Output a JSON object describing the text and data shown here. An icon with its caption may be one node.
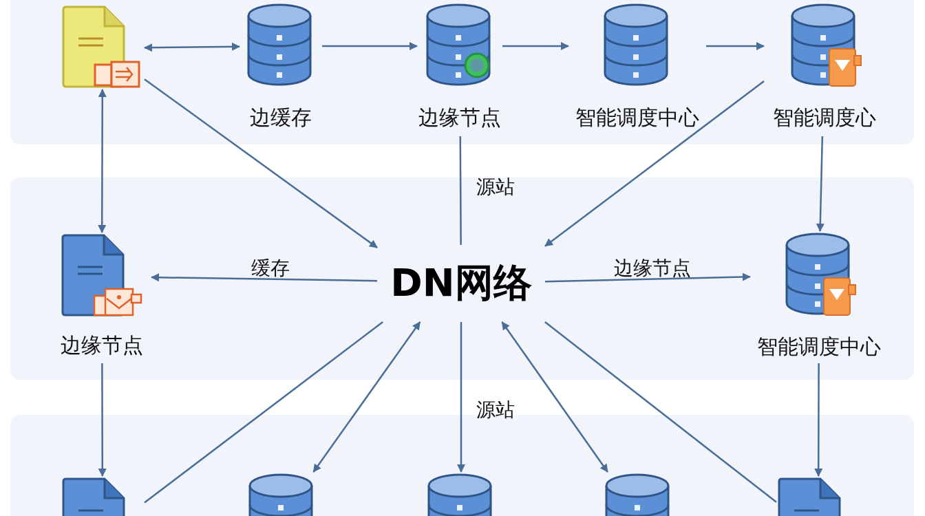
{
  "diagram": {
    "nodes": [
      {
        "text": [],
        "shape": "picture"
      },
      {
        "text": [
          "边缓存"
        ]
      },
      {
        "text": [
          "边缘节点"
        ]
      },
      {
        "text": [
          "智能调度中心"
        ]
      },
      {
        "text": [
          "智能调度心"
        ]
      },
      {
        "text": [
          "边缘节点"
        ]
      },
      {
        "text": [
          "DN网络"
        ]
      },
      {
        "text": [
          "智能调度中心"
        ]
      },
      {
        "text": [],
        "shape": "picture"
      },
      {
        "text": [],
        "shape": "cylinder"
      },
      {
        "text": [],
        "shape": "cylinder"
      },
      {
        "text": [],
        "shape": "cylinder"
      },
      {
        "text": [],
        "shape": "picture"
      }
    ],
    "edges": [
      {
        "from": 0,
        "to": 1,
        "arrow": "both"
      },
      {
        "from": 1,
        "to": 2,
        "arrow": "to"
      },
      {
        "from": 2,
        "to": 3,
        "arrow": "to"
      },
      {
        "from": 3,
        "to": 4,
        "arrow": "to"
      },
      {
        "from": 0,
        "to": 5,
        "arrow": "both"
      },
      {
        "from": 0,
        "to": 6,
        "arrow": "to"
      },
      {
        "from": 2,
        "to": 6,
        "arrow": "none",
        "label": "源站"
      },
      {
        "from": 4,
        "to": 6,
        "arrow": "to"
      },
      {
        "from": 4,
        "to": 7,
        "arrow": "to"
      },
      {
        "from": 6,
        "to": 5,
        "arrow": "to",
        "label": "缓存"
      },
      {
        "from": 6,
        "to": 7,
        "arrow": "to",
        "label": "边缘节点"
      },
      {
        "from": 5,
        "to": 8,
        "arrow": "to"
      },
      {
        "from": 8,
        "to": 6,
        "arrow": "none"
      },
      {
        "from": 6,
        "to": 9,
        "arrow": "both"
      },
      {
        "from": 6,
        "to": 10,
        "arrow": "to",
        "label": "源站"
      },
      {
        "from": 6,
        "to": 11,
        "arrow": "both"
      },
      {
        "from": 12,
        "to": 6,
        "arrow": "none"
      },
      {
        "from": 7,
        "to": 12,
        "arrow": "to"
      }
    ]
  }
}
